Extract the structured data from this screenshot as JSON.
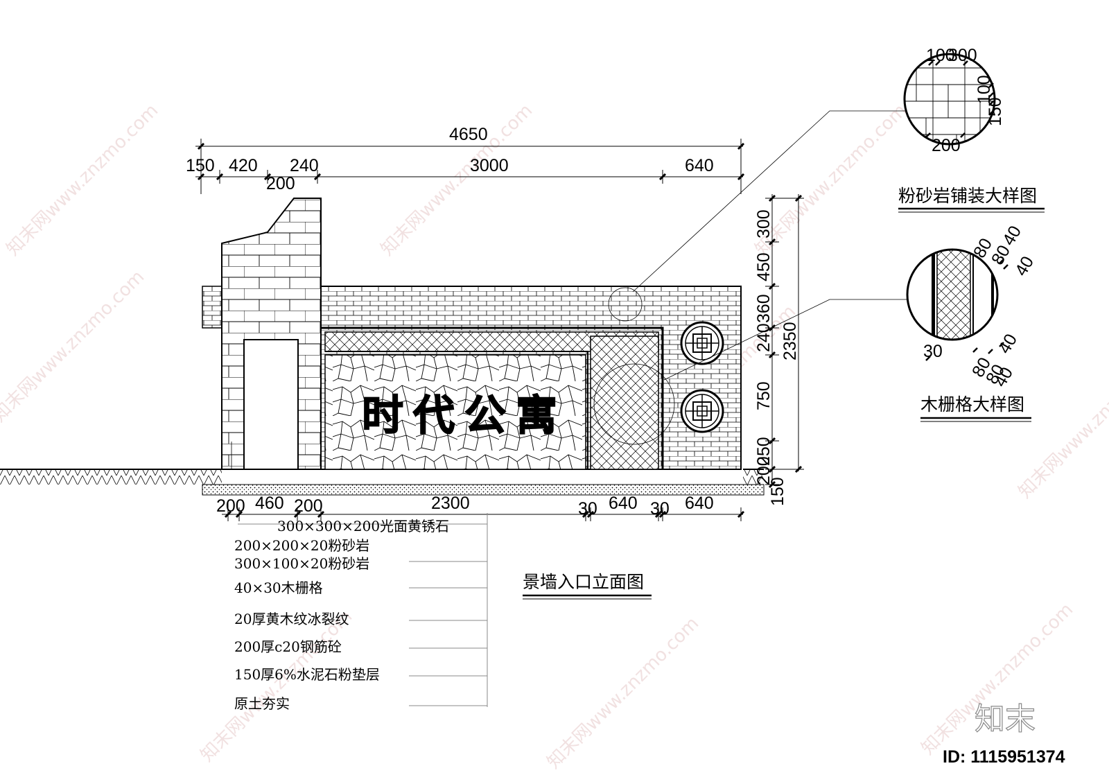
{
  "top_dims": {
    "total": "4650",
    "d150": "150",
    "d420": "420",
    "d240": "240",
    "d3000": "3000",
    "d640": "640",
    "d200": "200"
  },
  "right_dims": {
    "total": "2350",
    "d300": "300",
    "d450": "450",
    "d360": "360",
    "d240": "240",
    "d750": "750",
    "d250": "250",
    "d200": "200",
    "d150": "150"
  },
  "bottom_dims": {
    "d200a": "200",
    "d460": "460",
    "d200b": "200",
    "d2300": "2300",
    "d30a": "30",
    "d640a": "640",
    "d30b": "30",
    "d640b": "640"
  },
  "sign_text": "时代公寓",
  "materials": [
    "300×300×200光面黄锈石",
    "200×200×20粉砂岩",
    "300×100×20粉砂岩",
    "40×30木栅格",
    "20厚黄木纹冰裂纹",
    "200厚c20钢筋砼",
    "150厚6%水泥石粉垫层",
    "原土夯实"
  ],
  "main_title": "景墙入口立面图",
  "detail1": {
    "title": "粉砂岩铺装大样图",
    "dims": [
      "100",
      "300",
      "100",
      "150",
      "200"
    ]
  },
  "detail2": {
    "title": "木栅格大样图",
    "dims_top": [
      "80",
      "80",
      "40",
      "40"
    ],
    "dims_bottom": [
      "80",
      "80",
      "40",
      "40"
    ],
    "dim_left": "30"
  },
  "watermark": "知末网www.znzmo.com",
  "logo": "知末",
  "id_label": "ID: 1115951374"
}
